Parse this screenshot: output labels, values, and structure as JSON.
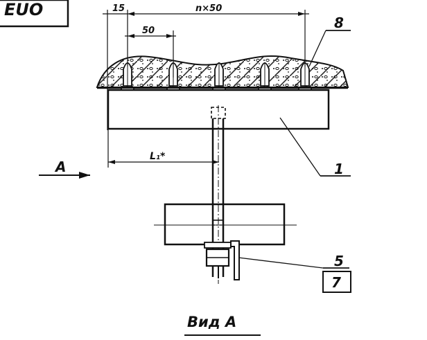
{
  "stamp": {
    "text": "EUO"
  },
  "dimensions": {
    "edge": "15",
    "pitch_total": "n×50",
    "pitch": "50",
    "length": "L₁*"
  },
  "callouts": {
    "item_8": "8",
    "item_1": "1",
    "item_5": "5",
    "item_7": "7"
  },
  "view": {
    "arrow_label": "A",
    "caption": "Вид А"
  }
}
